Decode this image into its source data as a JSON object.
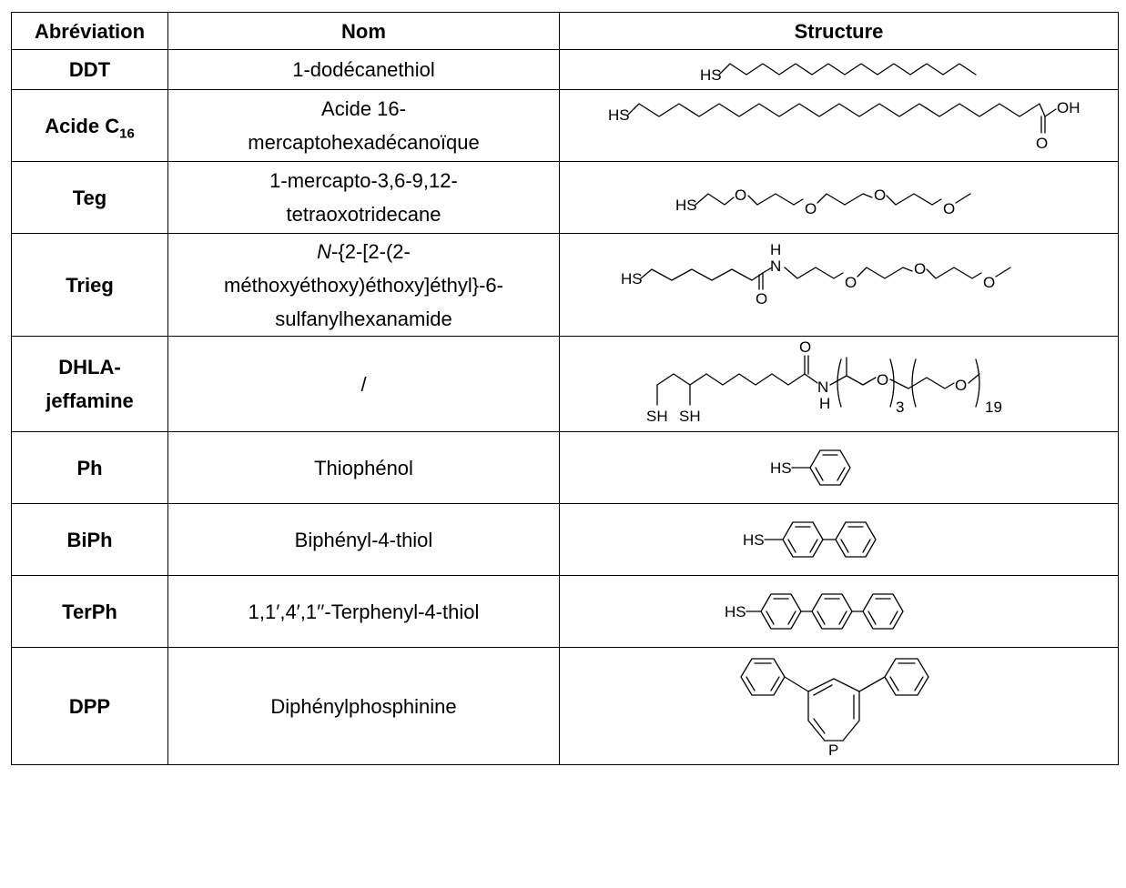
{
  "headers": {
    "abbr": "Abréviation",
    "nom": "Nom",
    "structure": "Structure"
  },
  "rows": [
    {
      "abbr": "DDT",
      "nom": "1-dodécanethiol",
      "labels": [
        "HS"
      ]
    },
    {
      "abbr": "Acide C",
      "abbr_sub": "16",
      "nom": [
        "Acide 16-",
        "mercaptohexadécanoïque"
      ],
      "labels": [
        "HS",
        "OH",
        "O"
      ]
    },
    {
      "abbr": "Teg",
      "nom": [
        "1-mercapto-3,6-9,12-",
        "tetraoxotridecane"
      ],
      "labels": [
        "HS",
        "O",
        "O",
        "O",
        "O"
      ]
    },
    {
      "abbr": "Trieg",
      "nom_prefix": "N",
      "nom": [
        "-{2-[2-(2-",
        "méthoxyéthoxy)éthoxy]éthyl}-6-",
        "sulfanylhexanamide"
      ],
      "labels": [
        "HS",
        "H",
        "N",
        "O",
        "O",
        "O",
        "O"
      ]
    },
    {
      "abbr": [
        "DHLA-",
        "jeffamine"
      ],
      "nom": "/",
      "labels": [
        "O",
        "N",
        "H",
        "O",
        "3",
        "O",
        "19",
        "SH",
        "SH"
      ]
    },
    {
      "abbr": "Ph",
      "nom": "Thiophénol",
      "labels": [
        "HS"
      ]
    },
    {
      "abbr": "BiPh",
      "nom": "Biphényl-4-thiol",
      "labels": [
        "HS"
      ]
    },
    {
      "abbr": "TerPh",
      "nom": "1,1′,4′,1′′-Terphenyl-4-thiol",
      "labels": [
        "HS"
      ]
    },
    {
      "abbr": "DPP",
      "nom": "Diphénylphosphinine",
      "labels": [
        "P"
      ]
    }
  ]
}
